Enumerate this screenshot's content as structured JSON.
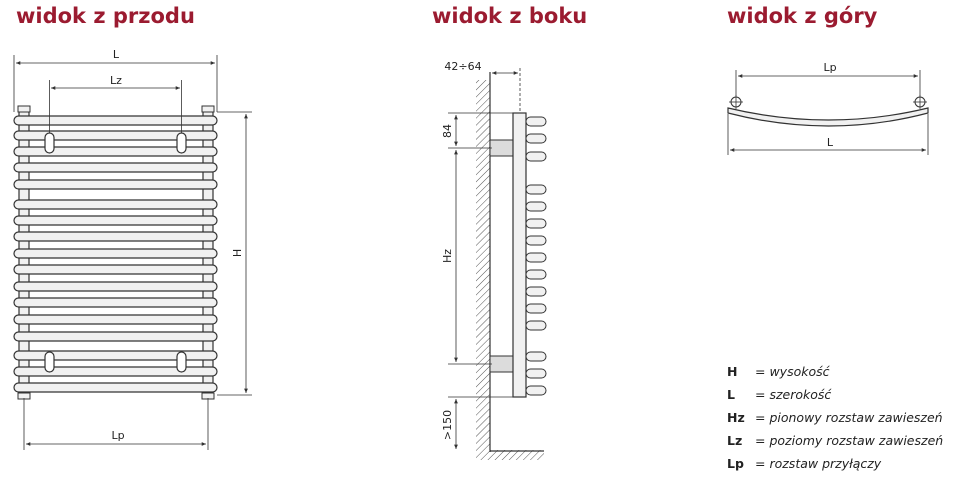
{
  "colors": {
    "title": "#9b1b30",
    "line": "#333333",
    "tube_fill": "#f1f1f1",
    "wall_fill": "#dcdcdc"
  },
  "views": {
    "front": {
      "title": "widok z przodu"
    },
    "side": {
      "title": "widok z boku"
    },
    "top": {
      "title": "widok z góry"
    }
  },
  "front_labels": {
    "L": "L",
    "Lz": "Lz",
    "H": "H",
    "Lp": "Lp"
  },
  "side_labels": {
    "depth": "42÷64",
    "offset": "84",
    "Hz": "Hz",
    "floor": ">150"
  },
  "top_labels": {
    "Lp": "Lp",
    "L": "L"
  },
  "legend": [
    {
      "symbol": "H",
      "desc": "wysokość"
    },
    {
      "symbol": "L",
      "desc": "szerokość"
    },
    {
      "symbol": "Hz",
      "desc": "pionowy rozstaw zawieszeń"
    },
    {
      "symbol": "Lz",
      "desc": "poziomy rozstaw zawieszeń"
    },
    {
      "symbol": "Lp",
      "desc": "rozstaw przyłączy"
    }
  ]
}
